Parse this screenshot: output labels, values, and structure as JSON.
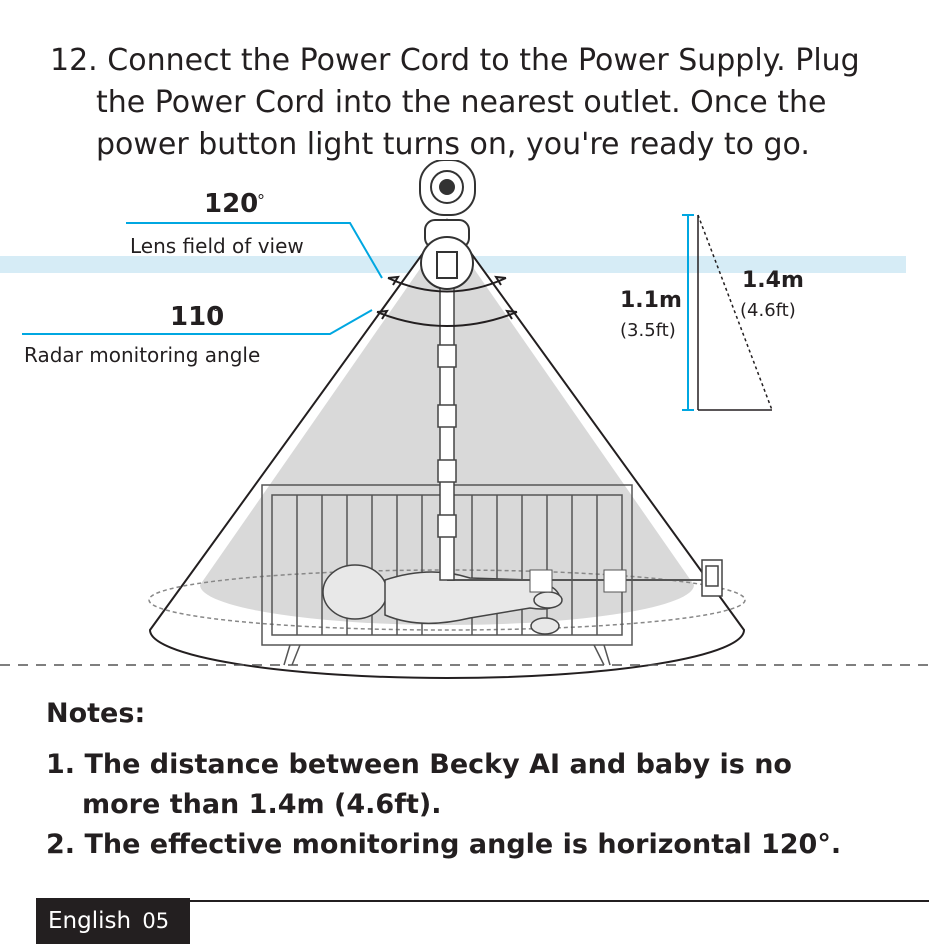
{
  "step": {
    "number": "12.",
    "line1": "Connect the Power Cord to the Power Supply. Plug",
    "line2": "the Power Cord into the nearest outlet. Once the",
    "line3": "power button light turns on, you're ready to go."
  },
  "diagram": {
    "lens_angle": "120",
    "lens_label": "Lens field of view",
    "radar_angle": "110",
    "radar_label": "Radar monitoring angle",
    "degree_symbol": "°",
    "height_value": "1.1m",
    "height_imperial": "(3.5ft)",
    "distance_value": "1.4m",
    "distance_imperial": "(4.6ft)",
    "colors": {
      "accent_line": "#00a7e1",
      "band": "#d6ecf6",
      "cone_fill": "#d9d9d9",
      "ink": "#231f20"
    }
  },
  "notes": {
    "title": "Notes",
    "colon": ":",
    "item1_line1": "1. The distance between Becky AI and baby is no",
    "item1_line2": "more than 1.4m (4.6ft).",
    "item2": "2. The effective monitoring angle is horizontal 120°."
  },
  "footer": {
    "language": "English",
    "page": "05"
  }
}
